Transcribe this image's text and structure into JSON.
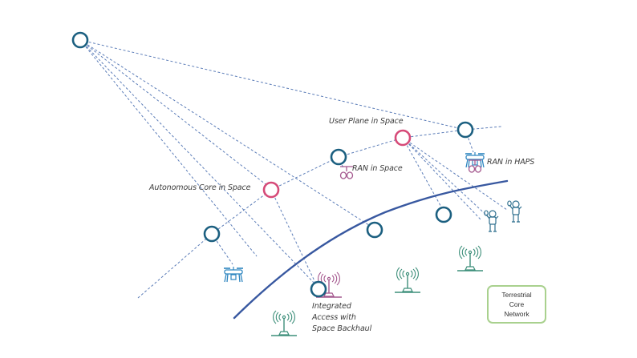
{
  "colors": {
    "node_blue": "#1b5f80",
    "node_pink": "#d64a78",
    "link_dash": "#4a6fb0",
    "earth_horizon": "#3858a0",
    "antenna_green": "#3d8f7a",
    "antenna_purple": "#a4588e",
    "drone_blue": "#2f86c0",
    "core_box_border": "#a9d18e"
  },
  "labels": {
    "user_plane": "User Plane in Space",
    "ran_space": "RAN in Space",
    "ran_haps": "RAN in HAPS",
    "autonomous_core": "Autonomous Core in Space",
    "iab_line1": "Integrated",
    "iab_line2": "Access with",
    "iab_line3": "Space Backhaul"
  },
  "core_box": {
    "line1": "Terrestrial",
    "line2": "Core",
    "line3": "Network"
  },
  "nodes": [
    {
      "id": "geo-satellite",
      "kind": "satellite",
      "role": "blue"
    },
    {
      "id": "leo-far-left",
      "kind": "satellite",
      "role": "blue"
    },
    {
      "id": "autonomous-core",
      "kind": "satellite",
      "role": "pink"
    },
    {
      "id": "ran-space",
      "kind": "satellite",
      "role": "blue"
    },
    {
      "id": "user-plane",
      "kind": "satellite",
      "role": "pink"
    },
    {
      "id": "haps",
      "kind": "satellite",
      "role": "blue"
    },
    {
      "id": "ground-node-center",
      "kind": "satellite",
      "role": "blue"
    },
    {
      "id": "ground-node-right",
      "kind": "satellite",
      "role": "blue"
    },
    {
      "id": "iab-node",
      "kind": "satellite",
      "role": "blue"
    }
  ],
  "icons": {
    "drone": "drone-icon",
    "astronaut": "astronaut-user-icon",
    "antenna": "radio-antenna-icon",
    "ran_module": "ran-module-icon"
  }
}
